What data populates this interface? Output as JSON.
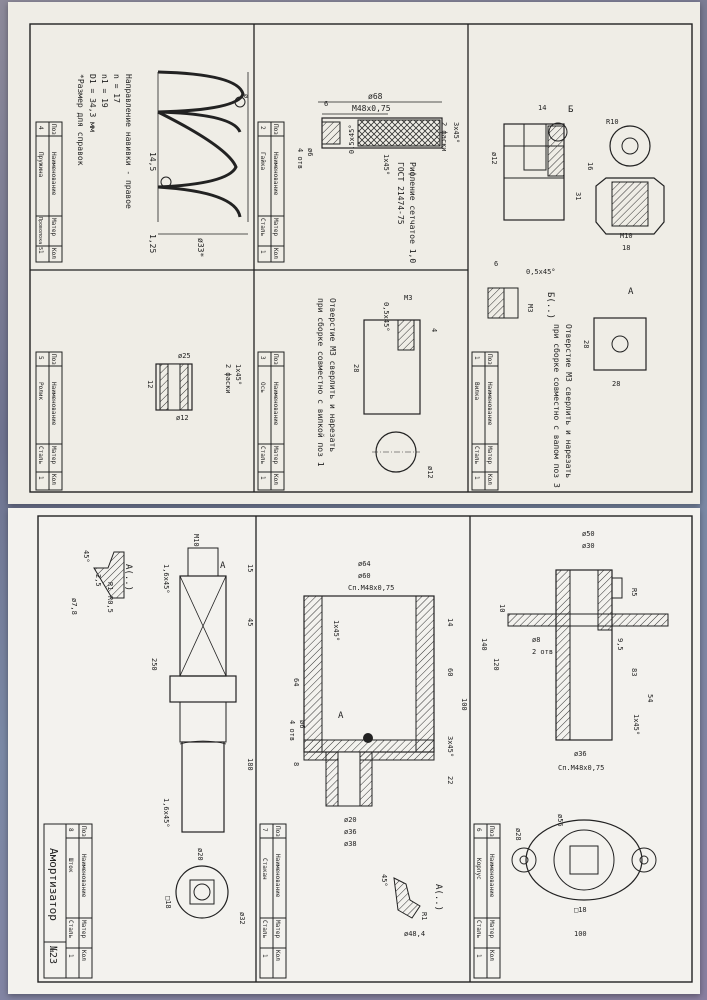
{
  "top_sheet": {
    "panels": [
      {
        "notes": [
          "Направление навивки - правое",
          "n = 17",
          "n1 = 19",
          "D1 = 34,3 мм",
          "*Размер для справок"
        ],
        "dims": [
          "14,5",
          "1,25",
          "ø33*",
          "ø"
        ],
        "title_block": {
          "poz_header": "Поз",
          "name_header": "Наименование",
          "material_header": "Матер",
          "qty_header": "Кол",
          "poz": "4",
          "name": "Пружина",
          "material": "Проволока 5",
          "qty": "1"
        }
      },
      {
        "notes": [
          "Рифление сетчатое 1,0",
          "ГОСТ 21474-75"
        ],
        "dims": [
          "ø68",
          "М48х0,75",
          "6",
          "0,5х45°",
          "ø6",
          "4 отв",
          "3х45°",
          "2 фаски",
          "1х45°"
        ],
        "title_block": {
          "poz_header": "Поз",
          "name_header": "Наименование",
          "material_header": "Матер",
          "qty_header": "Кол",
          "poz": "2",
          "name": "Гайка",
          "material": "Сталь",
          "qty": "1"
        }
      },
      {
        "notes": [
          "Отверстие М3 сверлить и нарезать",
          "при сборке совместно с валом поз 3"
        ],
        "dims": [
          "14",
          "Б",
          "R10",
          "ø12",
          "16",
          "31",
          "М10",
          "18",
          "А",
          "28",
          "28",
          "6",
          "0,5х45°",
          "М3",
          "Б(..)"
        ],
        "title_block": {
          "poz_header": "Поз",
          "name_header": "Наименование",
          "material_header": "Матер",
          "qty_header": "Кол",
          "poz": "1",
          "name": "Вилка",
          "material": "Сталь",
          "qty": "1"
        }
      },
      {
        "notes": [],
        "dims": [
          "ø25",
          "12",
          "ø12",
          "1х45°",
          "2 фаски"
        ],
        "title_block": {
          "poz_header": "Поз",
          "name_header": "Наименование",
          "material_header": "Матер",
          "qty_header": "Кол",
          "poz": "5",
          "name": "Ролик",
          "material": "Сталь",
          "qty": "1"
        }
      },
      {
        "notes": [
          "Отверстие М3 сверлить и нарезать",
          "при сборке совместно с вилкой поз 1"
        ],
        "dims": [
          "М3",
          "0,5х45°",
          "4",
          "28",
          "ø12"
        ],
        "title_block": {
          "poz_header": "Поз",
          "name_header": "Наименование",
          "material_header": "Матер",
          "qty_header": "Кол",
          "poz": "3",
          "name": "Ось",
          "material": "Сталь",
          "qty": "1"
        }
      }
    ]
  },
  "bottom_sheet": {
    "panels": [
      {
        "dims": [
          "М10",
          "1,6х45°",
          "А",
          "15",
          "45",
          "250",
          "180",
          "1,6х45°",
          "ø20",
          "ø32",
          "□18",
          "А(..)",
          "45°",
          "R1",
          "R0,5",
          "2,5",
          "ø7,8"
        ],
        "title_block": {
          "poz_header": "Поз",
          "name_header": "Наименование",
          "material_header": "Матер",
          "qty_header": "Кол",
          "poz": "8",
          "name": "Шток",
          "material": "Сталь",
          "qty": "1"
        },
        "main_title": "Амортизатор",
        "doc_number": "№23"
      },
      {
        "dims": [
          "ø64",
          "ø60",
          "Сп.М48х0,75",
          "1х45°",
          "64",
          "14",
          "60",
          "100",
          "ø6",
          "4 отв",
          "А",
          "3х45°",
          "22",
          "8",
          "ø20",
          "ø36",
          "ø38",
          "А(..)",
          "45°",
          "R1",
          "ø48,4"
        ],
        "title_block": {
          "poz_header": "Поз",
          "name_header": "Наименование",
          "material_header": "Матер",
          "qty_header": "Кол",
          "poz": "7",
          "name": "Стакан",
          "material": "Сталь",
          "qty": "1"
        }
      },
      {
        "dims": [
          "ø50",
          "ø30",
          "R5",
          "10",
          "140",
          "120",
          "83",
          "ø8",
          "2 отв",
          "9,5",
          "54",
          "1х45°",
          "ø36",
          "Сп.М48х0,75",
          "ø56",
          "ø28",
          "100",
          "□18"
        ],
        "title_block": {
          "poz_header": "Поз",
          "name_header": "Наименование",
          "material_header": "Матер",
          "qty_header": "Кол",
          "poz": "6",
          "name": "Корпус",
          "material": "Сталь",
          "qty": "1"
        }
      }
    ]
  }
}
